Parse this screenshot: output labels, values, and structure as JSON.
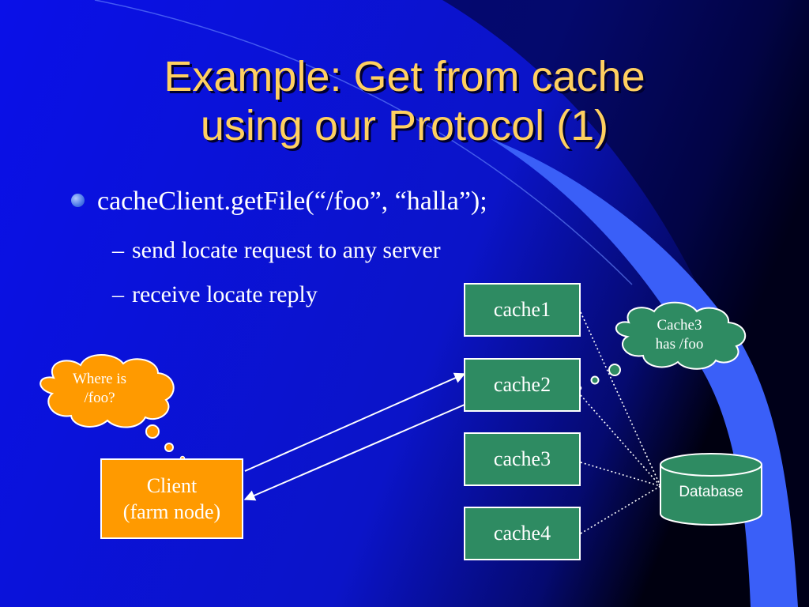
{
  "title": {
    "line1": "Example: Get from cache",
    "line2": "using our Protocol (1)"
  },
  "bullet": {
    "text": "cacheClient.getFile(“/foo”, “halla”);",
    "subitems": [
      {
        "dash": "–",
        "text": "send locate request to any server"
      },
      {
        "dash": "–",
        "text": "receive locate reply"
      }
    ]
  },
  "caches": [
    {
      "label": "cache1"
    },
    {
      "label": "cache2"
    },
    {
      "label": "cache3"
    },
    {
      "label": "cache4"
    }
  ],
  "client": {
    "line1": "Client",
    "line2": "(farm node)"
  },
  "client_thought": {
    "line1": "Where is",
    "line2": "/foo?"
  },
  "cache_thought": {
    "line1": "Cache3",
    "line2": "has /foo"
  },
  "database": {
    "label": "Database"
  },
  "colors": {
    "background": "#0000a0",
    "title": "#ffd060",
    "cache_box": "#2e8b62",
    "client_box": "#ff9a00",
    "client_cloud": "#ff9a00",
    "cache_cloud": "#2e8b62",
    "database": "#2e8b62",
    "accent_swoosh": "#3a60ff"
  }
}
